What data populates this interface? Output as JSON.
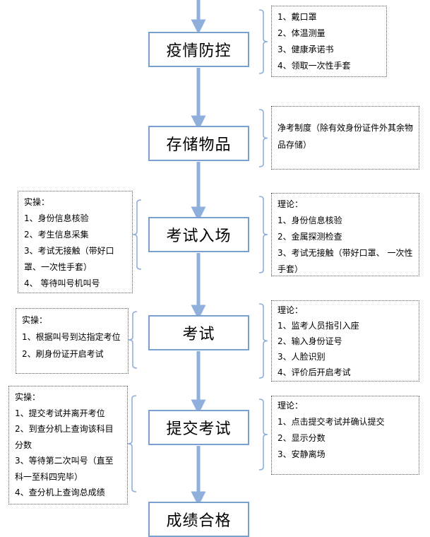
{
  "colors": {
    "arrow": "#8fb0dc",
    "box_border": "#7aa0cf",
    "note_border": "#555555"
  },
  "steps": [
    {
      "id": "epidemic",
      "label": "疫情防控"
    },
    {
      "id": "storage",
      "label": "存储物品"
    },
    {
      "id": "entry",
      "label": "考试入场"
    },
    {
      "id": "exam",
      "label": "考试"
    },
    {
      "id": "submit",
      "label": "提交考试"
    },
    {
      "id": "pass",
      "label": "成绩合格"
    }
  ],
  "notes": {
    "epidemic_right": {
      "header": "",
      "lines": [
        "1、戴口罩",
        "2、体温测量",
        "3、健康承诺书",
        "4、领取一次性手套"
      ]
    },
    "storage_right": {
      "header": "",
      "lines": [
        "净考制度（除有效身份证件外其余物品存储）"
      ]
    },
    "entry_left": {
      "header": "实操：",
      "lines": [
        "1、身份信息核验",
        "2、考生信息采集",
        "3、考试无接触（带好口罩、一次性手套）",
        "4、 等待叫号机叫号"
      ]
    },
    "entry_right": {
      "header": "理论：",
      "lines": [
        "1、身份信息核验",
        "2、金属探测检查",
        "3、考试无接触（带好口罩、 一次性手套）"
      ]
    },
    "exam_left": {
      "header": "实操：",
      "lines": [
        "1、根据叫号到达指定考位",
        "2、刷身份证开启考试"
      ]
    },
    "exam_right": {
      "header": "理论：",
      "lines": [
        "1、监考人员指引入座",
        "2、输入身份证号",
        "3、人脸识别",
        "4、评价后开启考试"
      ]
    },
    "submit_left": {
      "header": "实操：",
      "lines": [
        "1、提交考试并离开考位",
        "2、到查分机上查询该科目分数",
        "3、等待第二次叫号（直至科一至科四完毕）",
        "4、查分机上查询总成绩"
      ]
    },
    "submit_right": {
      "header": "理论：",
      "lines": [
        "1、点击提交考试并确认提交",
        "2、显示分数",
        "3、安静离场"
      ]
    }
  }
}
